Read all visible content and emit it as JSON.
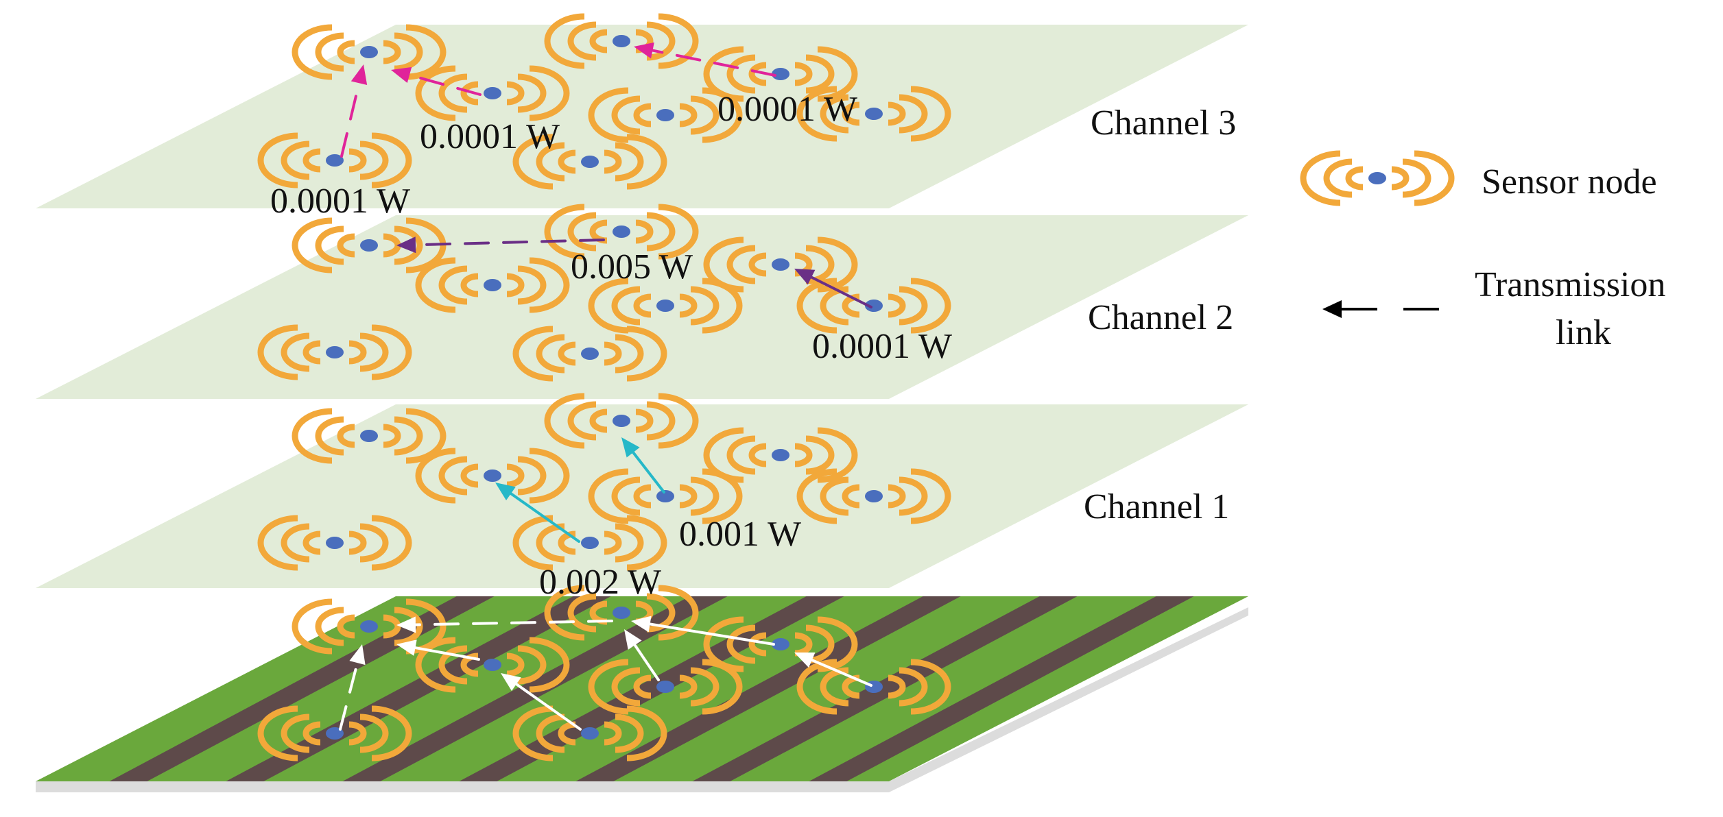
{
  "colors": {
    "plane_fill": "#e2ecd8",
    "ground_green": "#6aa83c",
    "ground_stripe": "#5e4a4a",
    "ground_edge": "#dcdcdc",
    "signal_arc": "#f2a83a",
    "node_dot": "#4a6ebd",
    "link_channel3": "#e0249a",
    "link_channel2": "#6a2f86",
    "link_channel1": "#26b8c8",
    "link_ground": "#ffffff",
    "legend_link": "#000000"
  },
  "planes": [
    {
      "key": "channel3",
      "label": "Channel 3"
    },
    {
      "key": "channel2",
      "label": "Channel 2"
    },
    {
      "key": "channel1",
      "label": "Channel 1"
    }
  ],
  "power_labels": {
    "ch3_a": "0.0001 W",
    "ch3_b": "0.0001 W",
    "ch3_c": "0.0001 W",
    "ch2_a": "0.005 W",
    "ch2_b": "0.0001 W",
    "ch1_a": "0.001 W",
    "ch1_b": "0.002 W"
  },
  "legend": {
    "sensor_node": "Sensor node",
    "transmission_link_line1": "Transmission",
    "transmission_link_line2": "link",
    "icons": {
      "node": "sensor-node-icon",
      "link": "dashed-arrow-icon"
    }
  }
}
